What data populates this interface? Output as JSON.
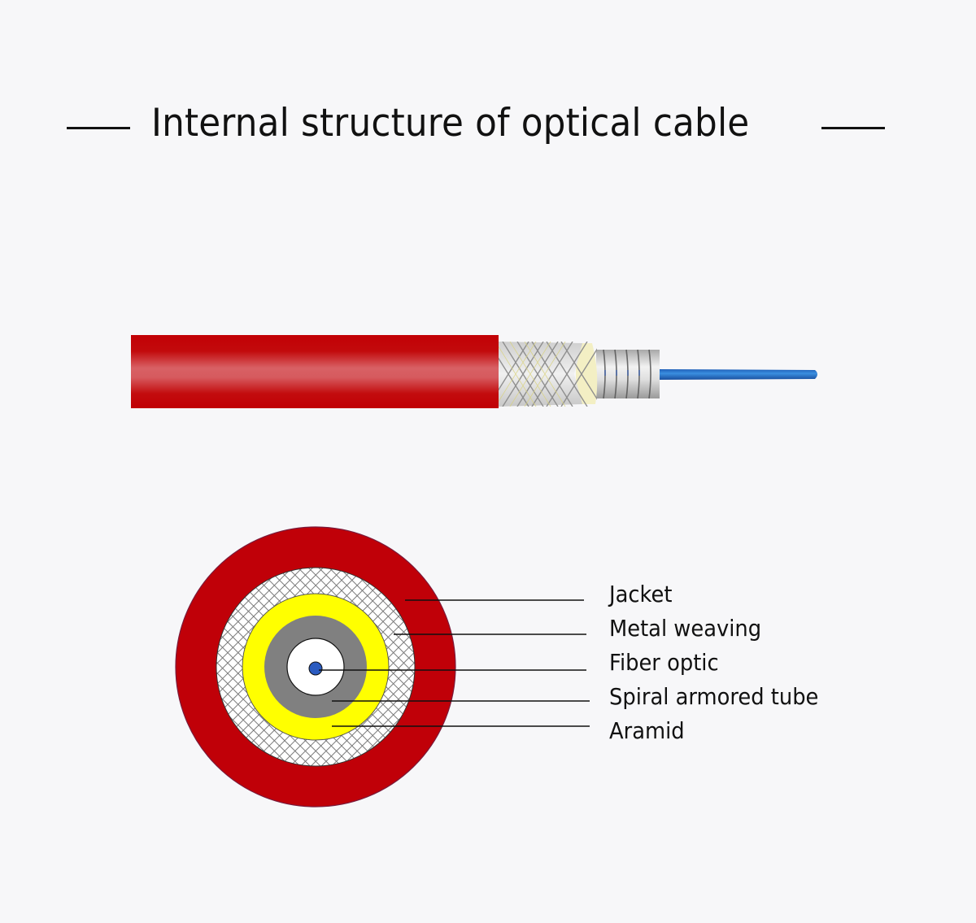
{
  "title": "Internal structure of optical cable",
  "side_view": {
    "layers": [
      "jacket",
      "metal-weaving",
      "aramid",
      "spiral-armored-tube",
      "fiber-optic"
    ]
  },
  "cross_section": {
    "labels": [
      {
        "key": "jacket",
        "text": "Jacket"
      },
      {
        "key": "metal-weaving",
        "text": "Metal weaving"
      },
      {
        "key": "fiber-optic",
        "text": "Fiber optic"
      },
      {
        "key": "spiral-armored-tube",
        "text": "Spiral armored tube"
      },
      {
        "key": "aramid",
        "text": "Aramid"
      }
    ]
  },
  "colors": {
    "background": "#f7f7f9",
    "jacket": "#c00008",
    "aramid": "#ffff00",
    "spiral_tube": "#808080",
    "fiber_buffer": "#ffffff",
    "fiber_core": "#2a5bc0",
    "mesh": "#777777"
  }
}
